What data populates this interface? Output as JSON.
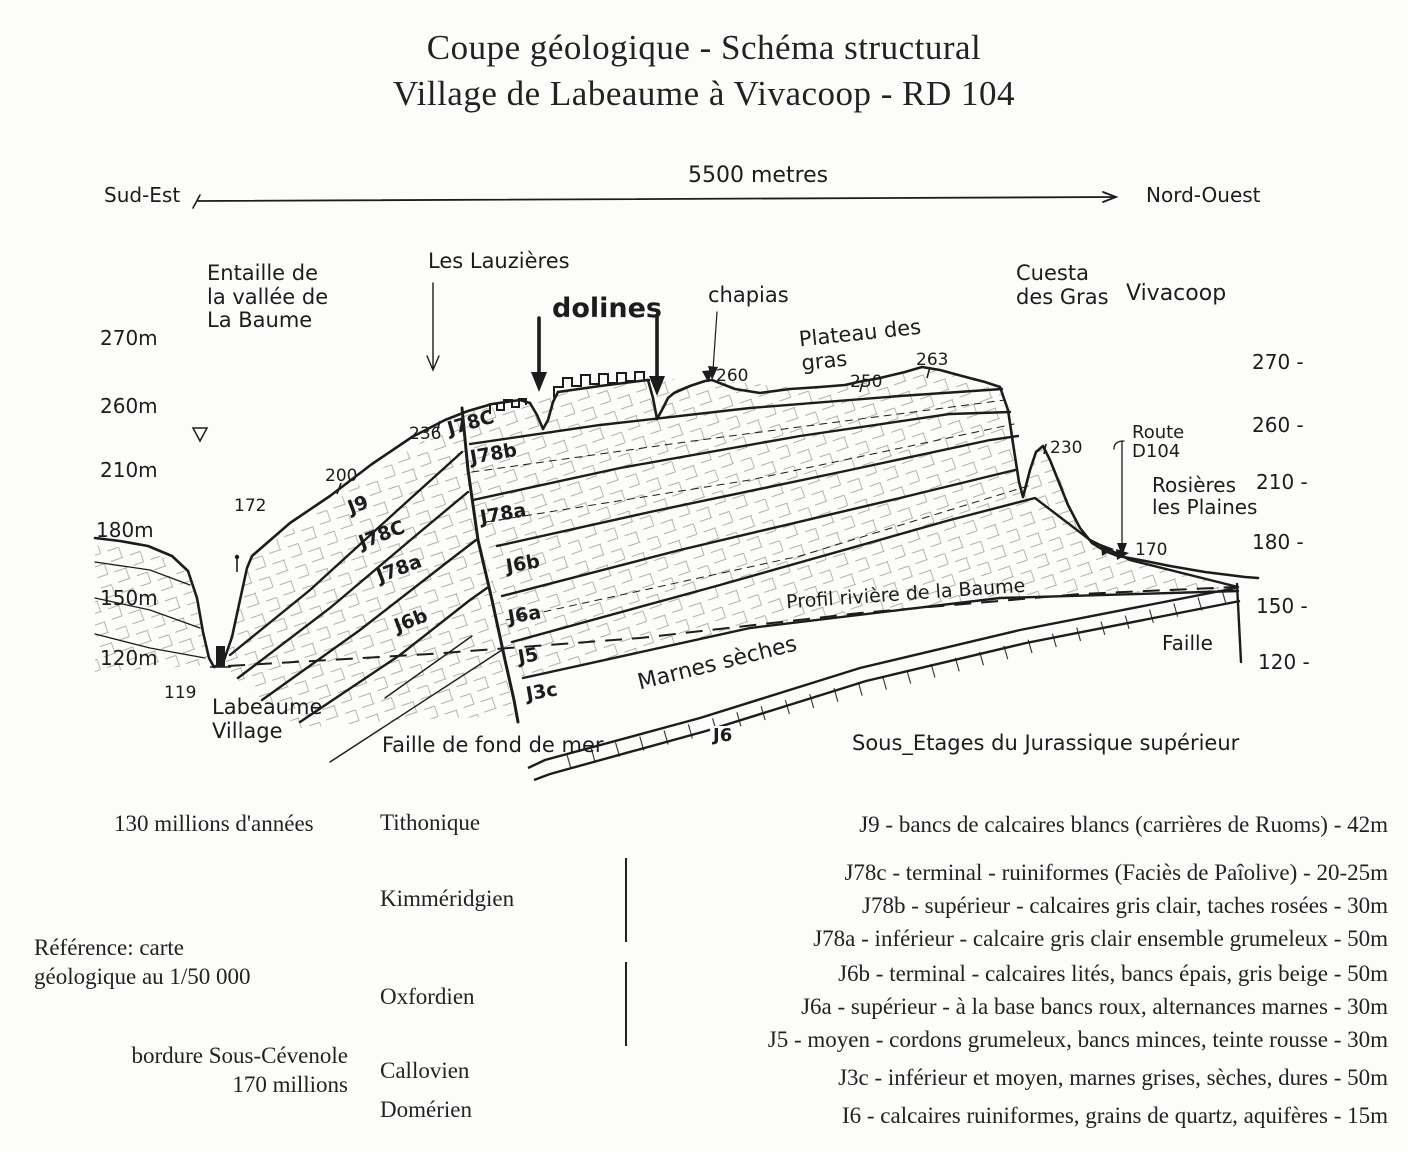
{
  "title": {
    "line1": "Coupe géologique - Schéma structural",
    "line2": "Village de Labeaume à Vivacoop - RD 104"
  },
  "scale_bar": {
    "left": "Sud-Est",
    "distance": "5500 metres",
    "right": "Nord-Ouest"
  },
  "elevation_scale": {
    "left": [
      "270m",
      "260m",
      "210m",
      "180m",
      "150m",
      "120m"
    ],
    "right": [
      "270 -",
      "260 -",
      "210 -",
      "180 -",
      "150 -",
      "120 -"
    ]
  },
  "section": {
    "features": {
      "entaille": "Entaille de\nla vallée de\nLa Baume",
      "les_lauzieres": "Les Lauzières",
      "dolines": "dolines",
      "chapias": "chapias",
      "plateau_des_gras": "Plateau des\ngras",
      "cuesta_des_gras": "Cuesta\ndes Gras",
      "vivacoop": "Vivacoop",
      "route_d104": "Route\nD104",
      "rosieres_les_plaines": "Rosières\nles Plaines",
      "labeaume_village": "Labeaume\nVillage",
      "faille_fond_de_mer": "Faille de fond de mer",
      "marnes_seches": "Marnes sèches",
      "profil_riviere": "Profil rivière de la Baume",
      "sous_etages": "Sous_Etages du Jurassique supérieur",
      "faille": "Faille",
      "j6_band": "J6"
    },
    "spot_heights": {
      "h119": "119",
      "h170": "170",
      "h172": "172",
      "h200": "200",
      "h230": "230",
      "h236": "236",
      "h250": "250",
      "h260": "260",
      "h263": "263"
    },
    "layers_left": {
      "j9": "J9",
      "j78c": "J78C",
      "j78a": "J78a",
      "j6b": "J6b"
    },
    "layers_right": {
      "j78c_top": "J78C",
      "j78b": "J78b",
      "j78a": "J78a",
      "j6b": "J6b",
      "j6a": "J6a",
      "j5": "J5",
      "j3c": "J3c"
    }
  },
  "legend": {
    "notes": {
      "age_top": "130 millions d'années",
      "reference": "Référence: carte\ngéologique au 1/50 000",
      "bordure": "bordure Sous-Cévenole\n170 millions"
    },
    "stages": [
      "Tithonique",
      "Kimméridgien",
      "Oxfordien",
      "Callovien",
      "Domérien"
    ],
    "units": [
      "J9 - bancs de calcaires blancs (carrières de Ruoms) - 42m",
      "J78c - terminal - ruiniformes (Faciès de Paîolive) - 20-25m",
      "J78b - supérieur - calcaires gris clair, taches rosées - 30m",
      "J78a - inférieur - calcaire gris clair ensemble grumeleux - 50m",
      "J6b - terminal - calcaires lités, bancs épais, gris beige - 50m",
      "J6a - supérieur - à la base bancs roux, alternances marnes - 30m",
      "J5 - moyen - cordons grumeleux, bancs minces, teinte rousse - 30m",
      "J3c - inférieur et moyen, marnes grises, sèches, dures - 50m",
      "I6 - calcaires ruiniformes, grains de quartz, aquifères - 15m"
    ]
  },
  "colors": {
    "ink": "#1c1c1c",
    "paper": "#fcfcfa"
  }
}
